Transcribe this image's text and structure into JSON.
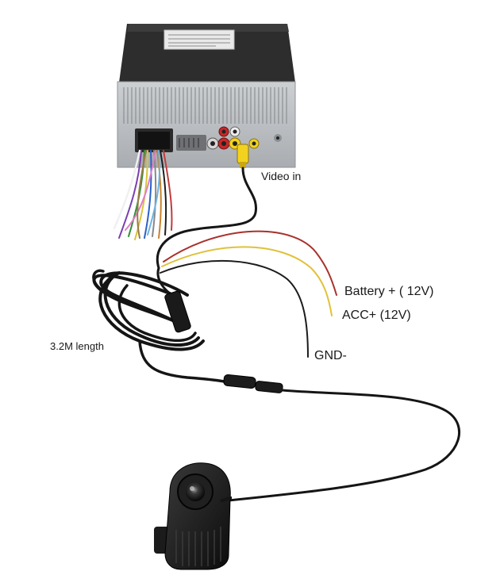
{
  "labels": {
    "video_in": "Video in",
    "battery": "Battery + ( 12V)",
    "acc": "ACC+ (12V)",
    "gnd": "GND-",
    "length": "3.2M length"
  },
  "colors": {
    "background": "#ffffff",
    "radio_chassis": "#b9bcbf",
    "radio_top": "#2b2b2b",
    "battery_wire": "#a8322b",
    "acc_wire": "#e0c23a",
    "gnd_wire": "#1c1c1c",
    "cable": "#151515",
    "rca_yellow": "#f2d21e",
    "rca_red": "#c62828",
    "rca_white": "#eeeeee"
  }
}
